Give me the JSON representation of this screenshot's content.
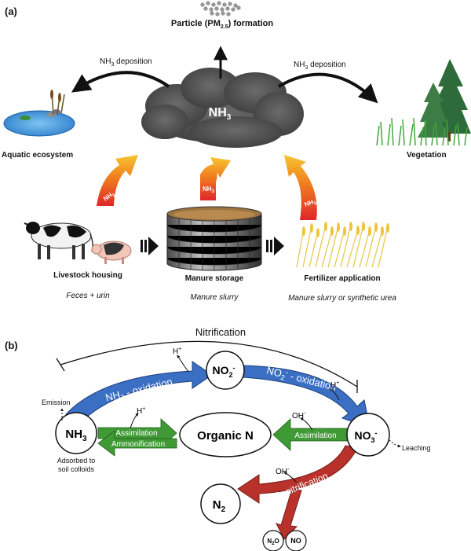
{
  "panel_a": {
    "label": "(a)",
    "particle": {
      "pre": "Particle (PM",
      "sub": "2.5",
      "post": ") formation"
    },
    "deposition_left": {
      "pre": "NH",
      "sub": "3",
      "post": " deposition"
    },
    "deposition_right": {
      "pre": "NH",
      "sub": "3",
      "post": " deposition"
    },
    "cloud": {
      "pre": "NH",
      "sub": "3"
    },
    "aquatic": "Aquatic ecosystem",
    "vegetation": "Vegetation",
    "emission_arrows": [
      {
        "pre": "NH",
        "sub": "3"
      },
      {
        "pre": "NH",
        "sub": "3"
      },
      {
        "pre": "NH",
        "sub": "3"
      }
    ],
    "sources": [
      {
        "title": "Livestock housing",
        "subtitle": "Feces + urin"
      },
      {
        "title": "Manure storage",
        "subtitle": "Manure slurry"
      },
      {
        "title": "Fertilizer application",
        "subtitle": "Manure slurry or synthetic urea"
      }
    ]
  },
  "panel_b": {
    "label": "(b)",
    "nitrification": "Nitrification",
    "nh3": {
      "pre": "NH",
      "sub": "3"
    },
    "no2": {
      "pre": "NO",
      "sub": "2",
      "sup": "-"
    },
    "no3": {
      "pre": "NO",
      "sub": "3",
      "sup": "-"
    },
    "organic_n": "Organic N",
    "n2": {
      "pre": "N",
      "sub": "2"
    },
    "n2o": {
      "pre": "N",
      "sub": "2",
      "post": "O"
    },
    "no": "NO",
    "nh3_oxidation": {
      "pre": "NH",
      "sub": "3",
      "post": " - oxidation"
    },
    "no2_oxidation": {
      "pre": "NO",
      "sub": "2",
      "sup": "-",
      "post": " - oxidation"
    },
    "h_plus": {
      "pre": "H",
      "sup": "+"
    },
    "oh_minus": {
      "pre": "OH",
      "sup": "-"
    },
    "assimilation_left": "Assimilation",
    "ammonification": "Ammonification",
    "assimilation_right": "Assimilation",
    "denitrification": "Denitrification",
    "emission": "Emission",
    "adsorbed": [
      "Adsorbed to",
      "soil colloids"
    ],
    "leaching": "Leaching"
  },
  "colors": {
    "blue_arrow": "#3a6fc4",
    "green_arrow": "#3f9a35",
    "red_arrow": "#b8322b",
    "cloud": "#555555"
  }
}
